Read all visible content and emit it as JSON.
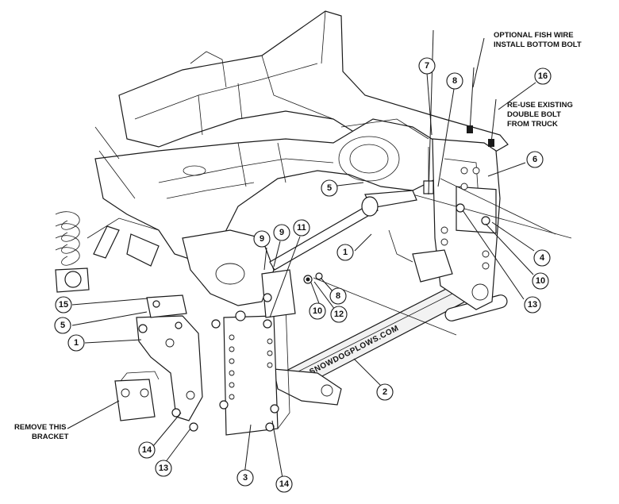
{
  "callouts": {
    "c1_frame": "1",
    "c1_left": "1",
    "c2": "2",
    "c3": "3",
    "c4": "4",
    "c5_center": "5",
    "c5_left": "5",
    "c6": "6",
    "c7": "7",
    "c8_top": "8",
    "c8_mid": "8",
    "c9_a": "9",
    "c9_b": "9",
    "c10_mid": "10",
    "c10_right": "10",
    "c11": "11",
    "c12": "12",
    "c13_right": "13",
    "c13_bottom": "13",
    "c14_left": "14",
    "c14_right": "14",
    "c15": "15",
    "c16": "16"
  },
  "notes": {
    "fish_wire_line1": "OPTIONAL FISH WIRE",
    "fish_wire_line2": "INSTALL BOTTOM BOLT",
    "reuse_line1": "RE-USE EXISTING",
    "reuse_line2": "DOUBLE BOLT",
    "reuse_line3": "FROM TRUCK",
    "remove_line1": "REMOVE THIS",
    "remove_line2": "BRACKET"
  },
  "crossbar_brand": "SNOWDOGPLOWS.COM"
}
